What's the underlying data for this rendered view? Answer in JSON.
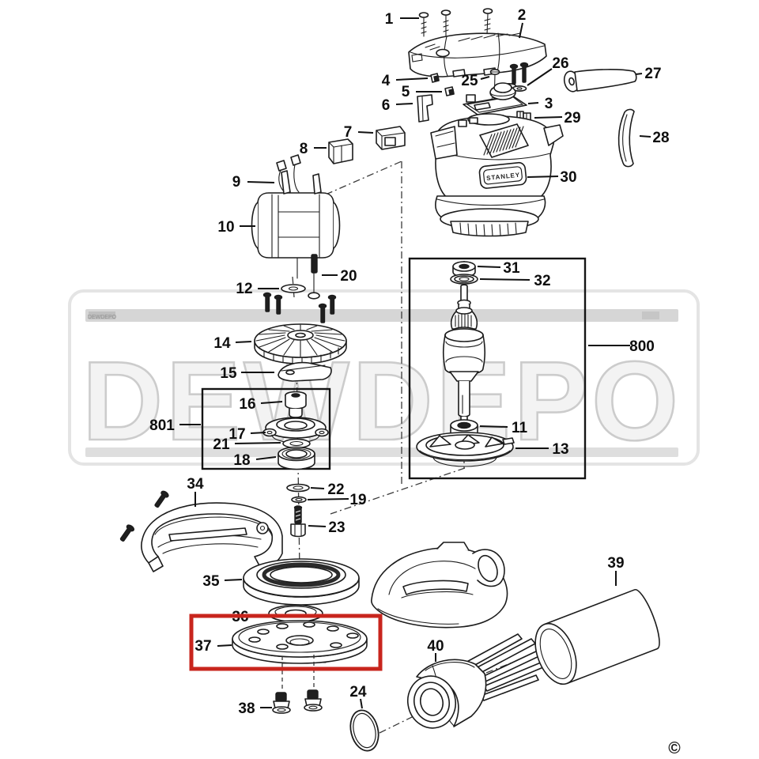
{
  "watermark": {
    "text": "DEWDEPO",
    "band_mark": "DEWDEPO"
  },
  "brand_badge": "STANLEY",
  "copyright_symbol": "©",
  "highlighted_part": "37",
  "highlight_color": "#c8251d",
  "assembly_boxes": [
    "800",
    "801"
  ],
  "parts_shown": [
    "1",
    "2",
    "3",
    "4",
    "5",
    "6",
    "7",
    "8",
    "9",
    "10",
    "11",
    "12",
    "13",
    "14",
    "15",
    "16",
    "17",
    "18",
    "19",
    "20",
    "21",
    "22",
    "23",
    "24",
    "25",
    "26",
    "27",
    "28",
    "29",
    "30",
    "31",
    "32",
    "34",
    "35",
    "36",
    "37",
    "38",
    "39",
    "40",
    "800",
    "801"
  ],
  "labels": {
    "n1": "1",
    "n2": "2",
    "n3": "3",
    "n4": "4",
    "n5": "5",
    "n6": "6",
    "n7": "7",
    "n8": "8",
    "n9": "9",
    "n10": "10",
    "n11": "11",
    "n12": "12",
    "n13": "13",
    "n14": "14",
    "n15": "15",
    "n16": "16",
    "n17": "17",
    "n18": "18",
    "n19": "19",
    "n20": "20",
    "n21": "21",
    "n22": "22",
    "n23": "23",
    "n24": "24",
    "n25": "25",
    "n26": "26",
    "n27": "27",
    "n28": "28",
    "n29": "29",
    "n30": "30",
    "n31": "31",
    "n32": "32",
    "n34": "34",
    "n35": "35",
    "n36": "36",
    "n37": "37",
    "n38": "38",
    "n39": "39",
    "n40": "40",
    "n800": "800",
    "n801": "801"
  }
}
